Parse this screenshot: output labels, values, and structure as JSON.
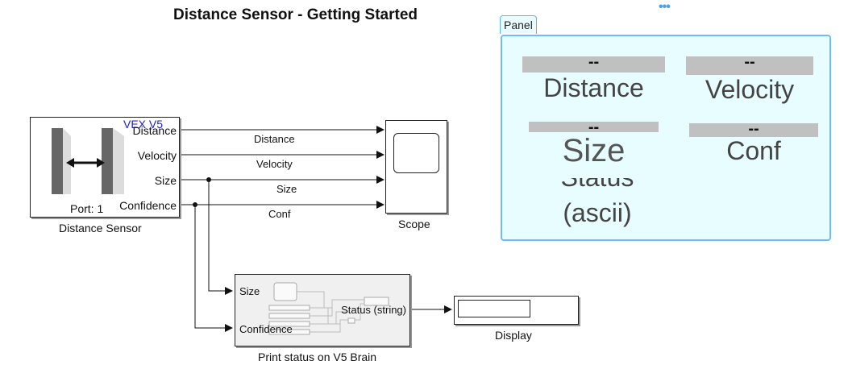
{
  "title": "Distance Sensor - Getting Started",
  "panel": {
    "tab_label": "Panel",
    "menu_glyph": "•••",
    "displays": [
      {
        "name": "Distance",
        "value": "--"
      },
      {
        "name": "Velocity",
        "value": "--"
      },
      {
        "name": "Size",
        "value": "--"
      },
      {
        "name": "Conf",
        "value": "--"
      },
      {
        "name_line1": "Status",
        "name_line2": "(ascii)"
      }
    ]
  },
  "sensor_block": {
    "library_tag": "VEX V5",
    "ports": [
      "Distance",
      "Velocity",
      "Size",
      "Confidence"
    ],
    "port_text": "Port: 1",
    "caption": "Distance Sensor"
  },
  "signals": [
    "Distance",
    "Velocity",
    "Size",
    "Conf"
  ],
  "scope_block": {
    "caption": "Scope"
  },
  "subsystem_block": {
    "inputs": [
      "Size",
      "Confidence"
    ],
    "output": "Status (string)",
    "caption": "Print status on V5 Brain"
  },
  "display_block": {
    "caption": "Display"
  }
}
